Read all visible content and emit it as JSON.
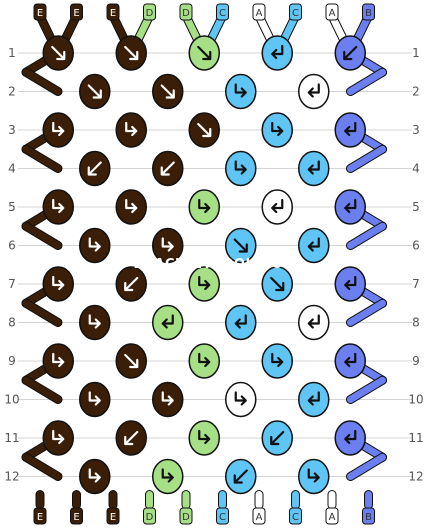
{
  "colors": {
    "E": "#3a1e08",
    "D": "#a6df86",
    "C": "#5ec5f5",
    "A": "#ffffff",
    "B": "#6b7ff0",
    "outline": "#111111",
    "grid": "#d4d4d4",
    "arrow_on_dark": "#ffffff",
    "arrow_on_light": "#111111"
  },
  "strands": {
    "top": [
      "E",
      "E",
      "E",
      "D",
      "D",
      "C",
      "A",
      "C",
      "A",
      "B"
    ],
    "bottom": [
      "E",
      "E",
      "E",
      "D",
      "D",
      "C",
      "A",
      "C",
      "A",
      "B"
    ]
  },
  "rows": [
    {
      "label": "1",
      "knots": [
        {
          "color": "E",
          "dir": "se"
        },
        {
          "color": "E",
          "dir": "se"
        },
        {
          "color": "D",
          "dir": "se"
        },
        {
          "color": "C",
          "dir": "sw-fwd"
        },
        {
          "color": "B",
          "dir": "sw"
        }
      ]
    },
    {
      "label": "2",
      "knots": [
        {
          "color": "E",
          "dir": "se"
        },
        {
          "color": "E",
          "dir": "se"
        },
        {
          "color": "C",
          "dir": "se-fwd"
        },
        {
          "color": "A",
          "dir": "sw-fwd"
        }
      ]
    },
    {
      "label": "3",
      "knots": [
        {
          "color": "E",
          "dir": "se-fwd"
        },
        {
          "color": "E",
          "dir": "se-fwd"
        },
        {
          "color": "E",
          "dir": "se"
        },
        {
          "color": "C",
          "dir": "se-fwd"
        },
        {
          "color": "B",
          "dir": "sw-fwd"
        }
      ]
    },
    {
      "label": "4",
      "knots": [
        {
          "color": "E",
          "dir": "sw"
        },
        {
          "color": "E",
          "dir": "sw"
        },
        {
          "color": "C",
          "dir": "se-fwd"
        },
        {
          "color": "C",
          "dir": "sw-fwd"
        }
      ]
    },
    {
      "label": "5",
      "knots": [
        {
          "color": "E",
          "dir": "se-fwd"
        },
        {
          "color": "E",
          "dir": "se-fwd"
        },
        {
          "color": "D",
          "dir": "se-fwd"
        },
        {
          "color": "A",
          "dir": "sw-fwd"
        },
        {
          "color": "B",
          "dir": "sw-fwd"
        }
      ]
    },
    {
      "label": "6",
      "knots": [
        {
          "color": "E",
          "dir": "se-fwd"
        },
        {
          "color": "E",
          "dir": "se-fwd"
        },
        {
          "color": "C",
          "dir": "se"
        },
        {
          "color": "C",
          "dir": "sw-fwd"
        }
      ]
    },
    {
      "label": "7",
      "knots": [
        {
          "color": "E",
          "dir": "se-fwd"
        },
        {
          "color": "E",
          "dir": "sw"
        },
        {
          "color": "D",
          "dir": "se-fwd"
        },
        {
          "color": "C",
          "dir": "se"
        },
        {
          "color": "B",
          "dir": "sw-fwd"
        }
      ]
    },
    {
      "label": "8",
      "knots": [
        {
          "color": "E",
          "dir": "se-fwd"
        },
        {
          "color": "D",
          "dir": "sw-fwd"
        },
        {
          "color": "C",
          "dir": "sw-fwd"
        },
        {
          "color": "A",
          "dir": "sw-fwd"
        }
      ]
    },
    {
      "label": "9",
      "knots": [
        {
          "color": "E",
          "dir": "se-fwd"
        },
        {
          "color": "E",
          "dir": "se"
        },
        {
          "color": "D",
          "dir": "se-fwd"
        },
        {
          "color": "C",
          "dir": "se-fwd"
        },
        {
          "color": "B",
          "dir": "sw-fwd"
        }
      ]
    },
    {
      "label": "10",
      "knots": [
        {
          "color": "E",
          "dir": "se-fwd"
        },
        {
          "color": "E",
          "dir": "se-fwd"
        },
        {
          "color": "A",
          "dir": "se-fwd"
        },
        {
          "color": "C",
          "dir": "sw-fwd"
        }
      ]
    },
    {
      "label": "11",
      "knots": [
        {
          "color": "E",
          "dir": "se-fwd"
        },
        {
          "color": "E",
          "dir": "sw"
        },
        {
          "color": "D",
          "dir": "se-fwd"
        },
        {
          "color": "C",
          "dir": "sw"
        },
        {
          "color": "B",
          "dir": "sw-fwd"
        }
      ]
    },
    {
      "label": "12",
      "knots": [
        {
          "color": "E",
          "dir": "se-fwd"
        },
        {
          "color": "D",
          "dir": "se-fwd"
        },
        {
          "color": "C",
          "dir": "sw"
        },
        {
          "color": "C",
          "dir": "se-fwd"
        }
      ]
    }
  ],
  "watermark": "BRACELETBOOK.COM"
}
